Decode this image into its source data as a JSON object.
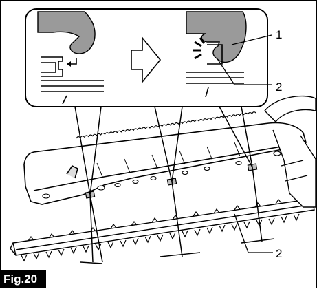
{
  "figure": {
    "label": "Fig.20",
    "callouts": [
      {
        "id": "c1",
        "text": "1"
      },
      {
        "id": "c2a",
        "text": "2"
      },
      {
        "id": "c2b",
        "text": "2"
      }
    ]
  },
  "colors": {
    "ink": "#000000",
    "hand_fill": "#9a9a9a",
    "label_bg": "#000000",
    "label_text": "#ffffff"
  },
  "icons": [
    "arrow-right-icon",
    "hand-icon",
    "click-spark-icon"
  ]
}
